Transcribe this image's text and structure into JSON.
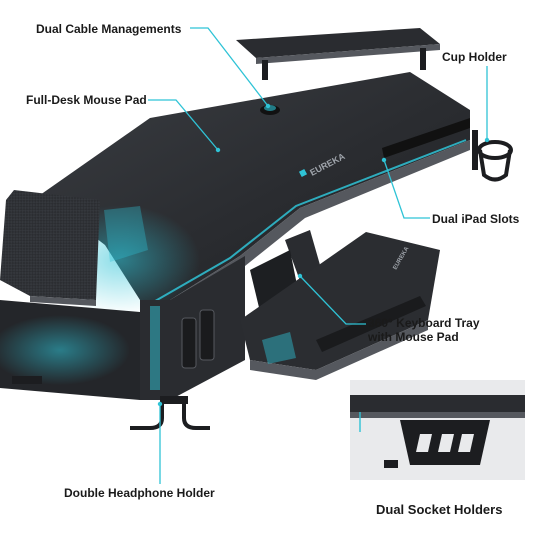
{
  "brand": {
    "name": "EUREKA",
    "accent_color": "#2fc3d6",
    "desk_color": "#2b2d31",
    "edge_color": "#55585e"
  },
  "callouts": {
    "cable_management": "Dual Cable Managements",
    "mouse_pad": "Full-Desk Mouse Pad",
    "cup_holder": "Cup Holder",
    "ipad_slots": "Dual iPad Slots",
    "keyboard_tray_line1": "360° Keyboard Tray",
    "keyboard_tray_line2": "with Mouse Pad",
    "headphone_holder": "Double Headphone Holder",
    "socket_holders": "Dual Socket Holders"
  },
  "icons": {
    "cup_holder": "cup-holder-icon",
    "headphone_hook": "headphone-hook-icon",
    "socket_holder": "socket-holder-icon"
  }
}
